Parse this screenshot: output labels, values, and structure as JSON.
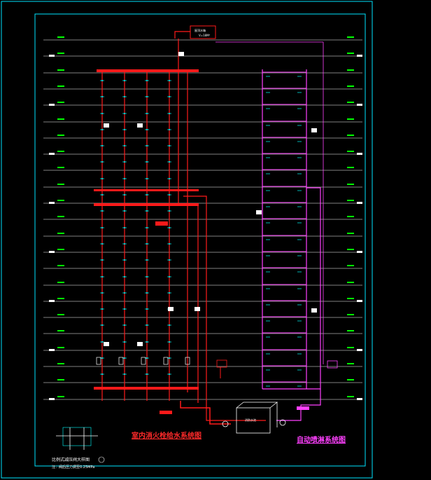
{
  "drawing": {
    "fire_title": "室内消火栓给水系统图",
    "sprinkler_title": "自动喷淋系统图",
    "detail_title": "比例式减压阀大样图",
    "detail_note": "注：阀后压力调至0.25MPa",
    "tank_label": "屋顶水箱",
    "tank_label2": "V=18M³",
    "pool_label": "消防水池",
    "colors": {
      "frame": "#00e5ff",
      "floor_line": "#ffffff",
      "level_text": "#00ff00",
      "fire_pipe": "#ff1a1a",
      "sprinkler_pipe": "#ff40ff",
      "riser_marker": "#00ffff",
      "tag": "#ffffff"
    }
  }
}
